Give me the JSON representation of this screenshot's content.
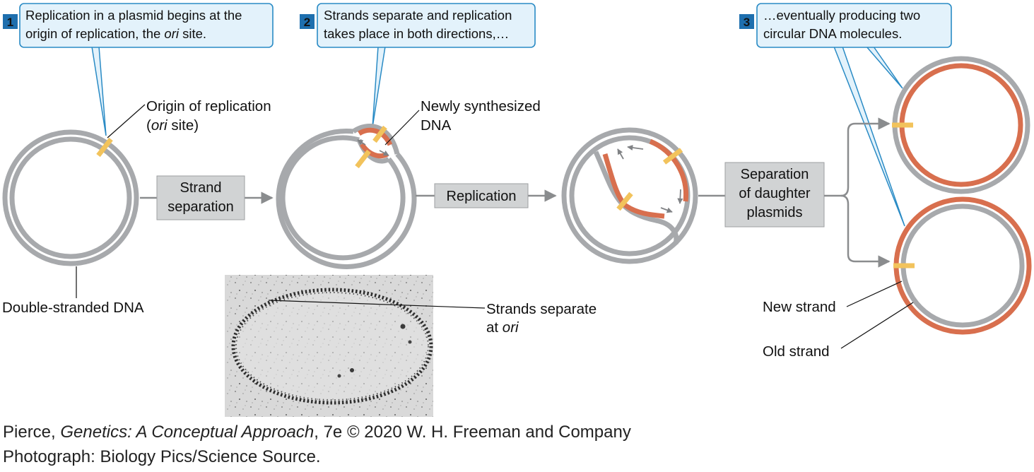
{
  "steps": [
    {
      "number": "1",
      "line1": "Replication in a plasmid begins at the",
      "line2_pre": "origin of replication, the ",
      "line2_italic": "ori",
      "line2_post": " site."
    },
    {
      "number": "2",
      "line1": "Strands separate and replication",
      "line2": "takes place in both directions,…"
    },
    {
      "number": "3",
      "line1": "…eventually producing two",
      "line2": "circular DNA molecules."
    }
  ],
  "process_boxes": {
    "strand_separation": [
      "Strand",
      "separation"
    ],
    "replication": [
      "Replication"
    ],
    "separation_daughter": [
      "Separation",
      "of daughter",
      "plasmids"
    ]
  },
  "labels": {
    "origin_line1": "Origin of replication",
    "origin_line2_open": "(",
    "origin_line2_italic": "ori",
    "origin_line2_close": " site)",
    "newly_line1": "Newly synthesized",
    "newly_line2": "DNA",
    "double_stranded": "Double-stranded DNA",
    "strands_separate_line1": "Strands separate",
    "strands_separate_line2_pre": "at ",
    "strands_separate_line2_italic": "ori",
    "new_strand": "New strand",
    "old_strand": "Old strand"
  },
  "credits": {
    "line1_pre": "Pierce, ",
    "line1_italic": "Genetics: A Conceptual Approach",
    "line1_post": ", 7e © 2020 W. H. Freeman and Company",
    "line2": "Photograph: Biology Pics/Science Source."
  },
  "colors": {
    "gray_strand": "#a7a9ac",
    "new_strand": "#d86f4e",
    "ori_marker": "#f2c35c",
    "callout_fill": "#e3f2fb",
    "callout_border": "#2a8bc5",
    "step_badge": "#1e6fae",
    "process_box": "#d1d3d4"
  }
}
